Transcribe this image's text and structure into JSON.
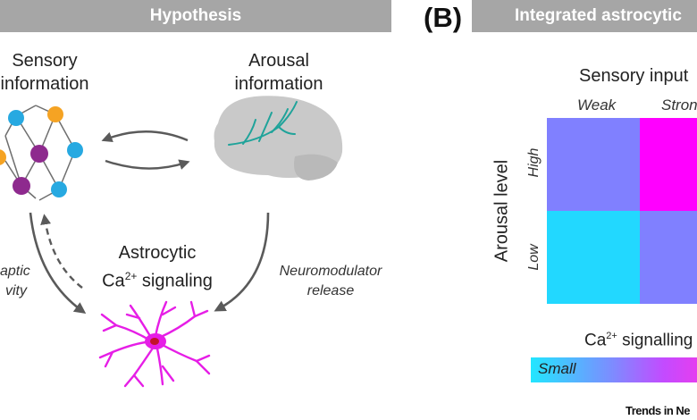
{
  "panelA": {
    "header": "Hypothesis",
    "sensory_label_1": "Sensory",
    "sensory_label_2": "information",
    "arousal_label_1": "Arousal",
    "arousal_label_2": "information",
    "astro_label_1": "Astrocytic",
    "astro_label_2_pre": "Ca",
    "astro_label_2_sup": "2+",
    "astro_label_2_post": " signaling",
    "left_side_1": "aptic",
    "left_side_2": "vity",
    "neuromod_1": "Neuromodulator",
    "neuromod_2": "release"
  },
  "panelB": {
    "letter": "(B)",
    "header": "Integrated astrocytic",
    "sensory_title": "Sensory input",
    "col_weak": "Weak",
    "col_strong": "Stron",
    "row_title": "Arousal level",
    "row_high": "High",
    "row_low": "Low",
    "scale_title_pre": "Ca",
    "scale_title_sup": "2+",
    "scale_title_post": " signalling",
    "scale_small": "Small",
    "footer": "Trends in Ne"
  },
  "colors": {
    "header_gray": "#a6a6a6",
    "cell_high_weak": "#8080ff",
    "cell_high_strong": "#ff00ff",
    "cell_low_weak": "#22d8ff",
    "cell_low_strong": "#8080ff",
    "node_orange": "#f5a323",
    "node_blue": "#27a9e1",
    "node_purple": "#8e2a8e",
    "astrocyte": "#e61ee6",
    "brain": "#c9c9c9",
    "brain_vessels": "#1fa39a"
  }
}
